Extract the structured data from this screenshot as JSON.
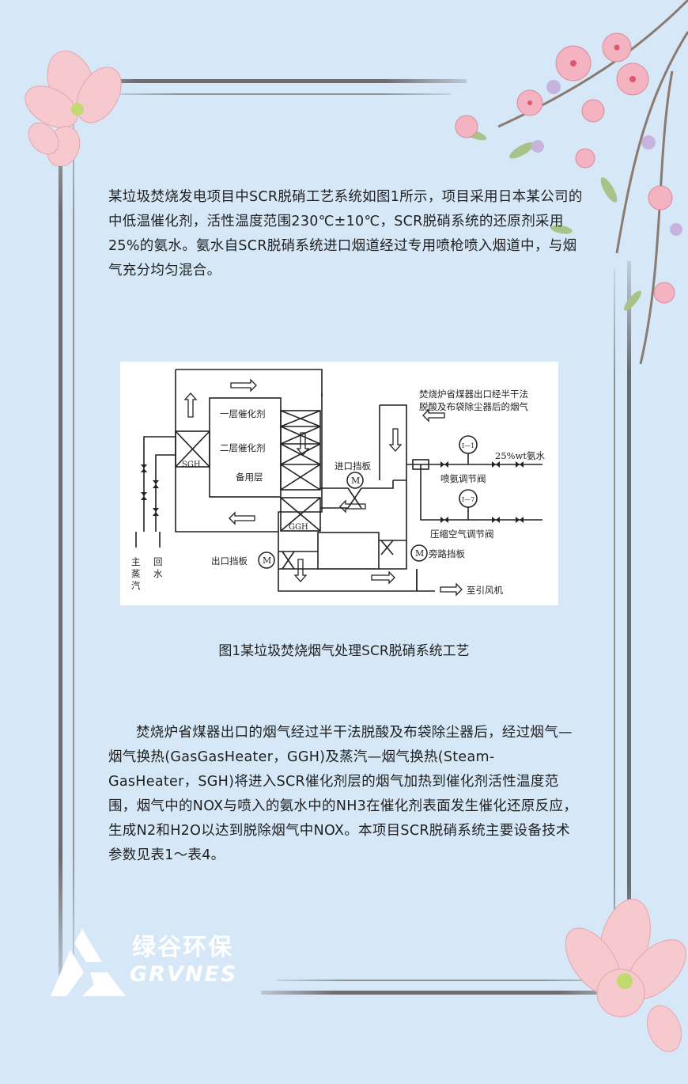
{
  "intro_paragraph": "某垃圾焚烧发电项目中SCR脱硝工艺系统如图1所示，项目采用日本某公司的中低温催化剂，活性温度范围230℃±10℃，SCR脱硝系统的还原剂采用25%的氨水。氨水自SCR脱硝系统进口烟道经过专用喷枪喷入烟道中，与烟气充分均匀混合。",
  "figure": {
    "caption": "图1某垃圾焚烧烟气处理SCR脱硝系统工艺",
    "labels": {
      "layer1": "一层催化剂",
      "layer2": "二层催化剂",
      "spare": "备用层",
      "sgh": "SGH",
      "ggh": "GGH",
      "inlet_damper": "进口挡板",
      "outlet_damper": "出口挡板",
      "bypass_damper": "旁路挡板",
      "flue_gas_note_1": "焚烧炉省煤器出口经半干法",
      "flue_gas_note_2": "脱酸及布袋除尘器后的烟气",
      "ammonia": "25%wt氨水",
      "ammonia_valve": "喷氨调节阀",
      "air_valve": "压缩空气调节阀",
      "to_fan": "至引风机",
      "main_steam_1": "主",
      "main_steam_2": "蒸",
      "main_steam_3": "汽",
      "return_water_1": "回",
      "return_water_2": "水",
      "motor": "M",
      "gauge1": "I—1",
      "gauge2": "I—7"
    }
  },
  "body_paragraph": "焚烧炉省煤器出口的烟气经过半干法脱酸及布袋除尘器后，经过烟气—烟气换热(GasGasHeater，GGH)及蒸汽—烟气换热(Steam-GasHeater，SGH)将进入SCR催化剂层的烟气加热到催化剂活性温度范围，烟气中的NOX与喷入的氨水中的NH3在催化剂表面发生催化还原反应，生成N2和H2O以达到脱除烟气中NOX。本项目SCR脱硝系统主要设备技术参数见表1～表4。",
  "logo": {
    "cn": "绿谷环保",
    "en": "GRVNES"
  }
}
